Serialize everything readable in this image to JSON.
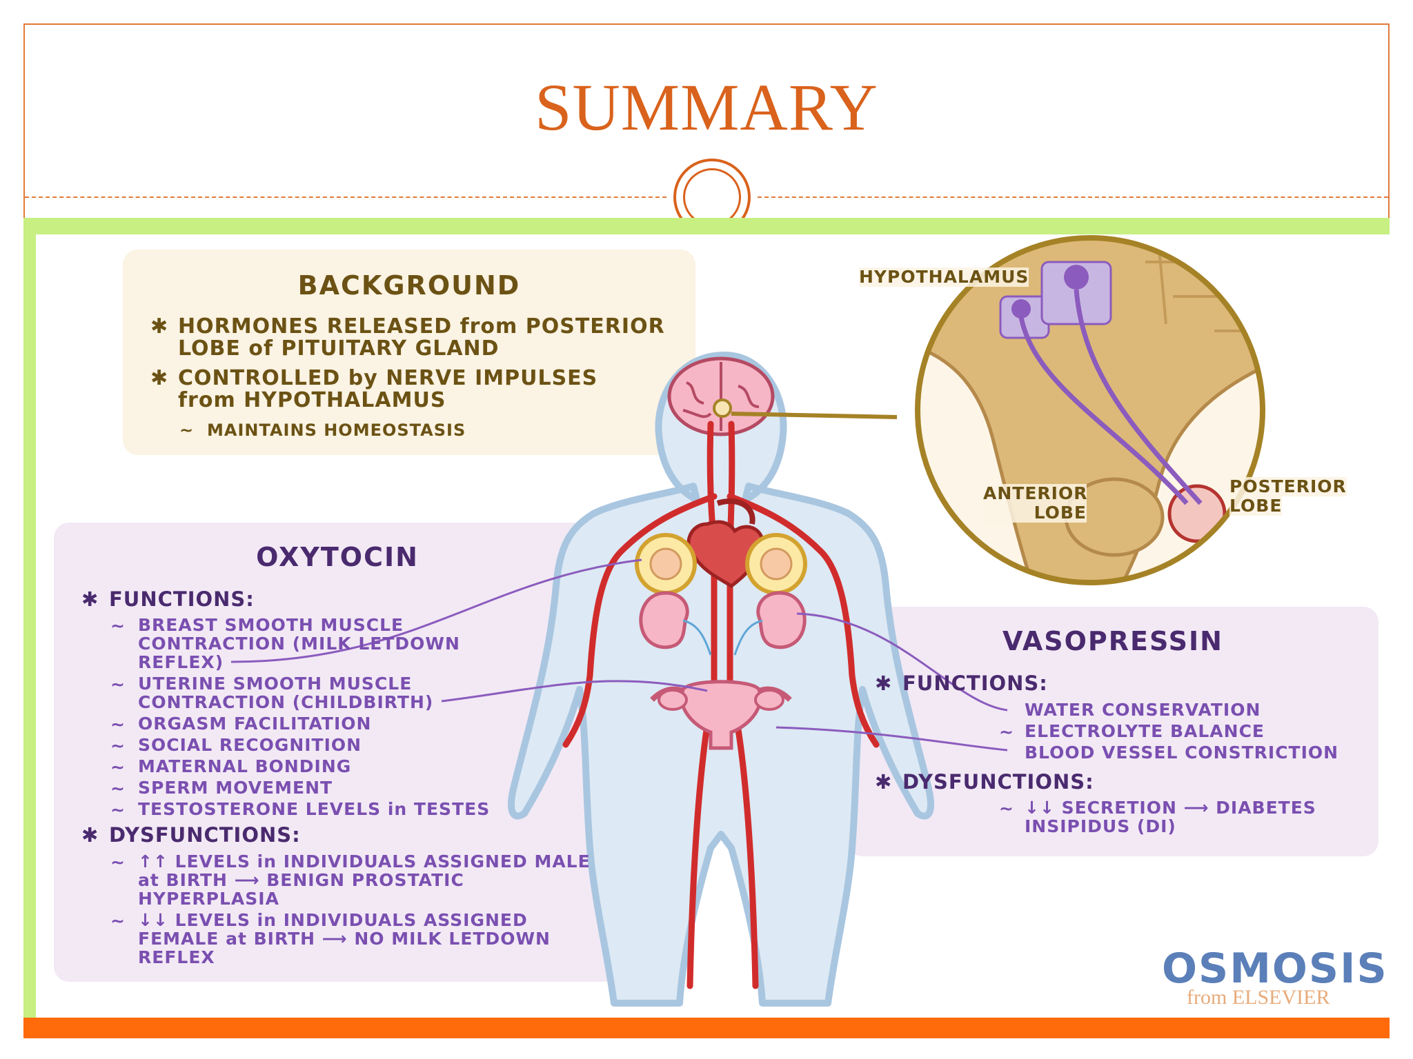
{
  "slide": {
    "title": "SUMMARY"
  },
  "background": {
    "title": "BACKGROUND",
    "items": [
      "HORMONES RELEASED from POSTERIOR",
      "LOBE of PITUITARY GLAND",
      "CONTROLLED by NERVE IMPULSES",
      "from HYPOTHALAMUS",
      "MAINTAINS HOMEOSTASIS"
    ]
  },
  "anatomy": {
    "hypothalamus": "HYPOTHALAMUS",
    "anterior": [
      "ANTERIOR",
      "LOBE"
    ],
    "posterior": [
      "POSTERIOR",
      "LOBE"
    ]
  },
  "oxytocin": {
    "title": "OXYTOCIN",
    "functions_label": "FUNCTIONS:",
    "functions": [
      "BREAST SMOOTH MUSCLE",
      "CONTRACTION (MILK LETDOWN",
      "REFLEX)",
      "UTERINE SMOOTH MUSCLE",
      "CONTRACTION (CHILDBIRTH)",
      "ORGASM FACILITATION",
      "SOCIAL RECOGNITION",
      "MATERNAL BONDING",
      "SPERM MOVEMENT",
      "TESTOSTERONE LEVELS in TESTES"
    ],
    "dysfunctions_label": "DYSFUNCTIONS:",
    "dysfunctions": [
      "↑↑ LEVELS in INDIVIDUALS ASSIGNED MALE",
      "at BIRTH ⟶ BENIGN PROSTATIC",
      "HYPERPLASIA",
      "↓↓ LEVELS in INDIVIDUALS ASSIGNED",
      "FEMALE at BIRTH ⟶ NO MILK LETDOWN",
      "REFLEX"
    ]
  },
  "vasopressin": {
    "title": "VASOPRESSIN",
    "functions_label": "FUNCTIONS:",
    "functions": [
      "WATER CONSERVATION",
      "ELECTROLYTE BALANCE",
      "BLOOD VESSEL CONSTRICTION"
    ],
    "dysfunctions_label": "DYSFUNCTIONS:",
    "dysfunctions": [
      "↓↓ SECRETION ⟶ DIABETES",
      "INSIPIDUS (DI)"
    ]
  },
  "logo": {
    "name": "OSMOSIS",
    "sub": "from ELSEVIER"
  },
  "colors": {
    "title": "#d9621c",
    "accent_green": "#c7ef82",
    "accent_orange": "#ff6a0a",
    "purple_text": "#7a4fb0",
    "brown_text": "#6b5214"
  }
}
